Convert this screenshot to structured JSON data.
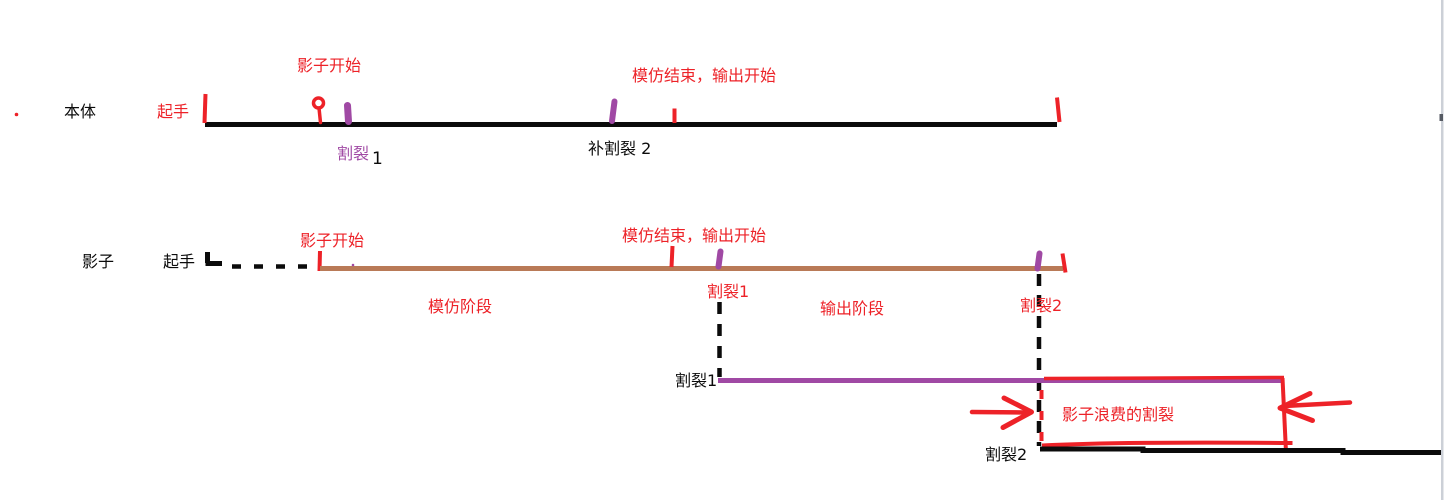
{
  "colors": {
    "red": "#ed2228",
    "purple": "#a049a4",
    "brown": "#b97a57",
    "black": "#0b0b0b",
    "edge": "#ccd0d7"
  },
  "main_timeline": {
    "label": "本体",
    "start": "起手",
    "shadow_start": "影子开始",
    "imitate_end": "模仿结束，输出开始",
    "split1": "割裂",
    "split1_num": "1",
    "patch_split2": "补割裂 2"
  },
  "shadow_timeline": {
    "label": "影子",
    "start": "起手",
    "shadow_start": "影子开始",
    "imitate_end": "模仿结束，输出开始",
    "imitate_phase": "模仿阶段",
    "output_phase": "输出阶段",
    "split1": "割裂1",
    "split2": "割裂2"
  },
  "detail": {
    "split1": "割裂1",
    "split2": "割裂2",
    "wasted": "影子浪费的割裂"
  }
}
